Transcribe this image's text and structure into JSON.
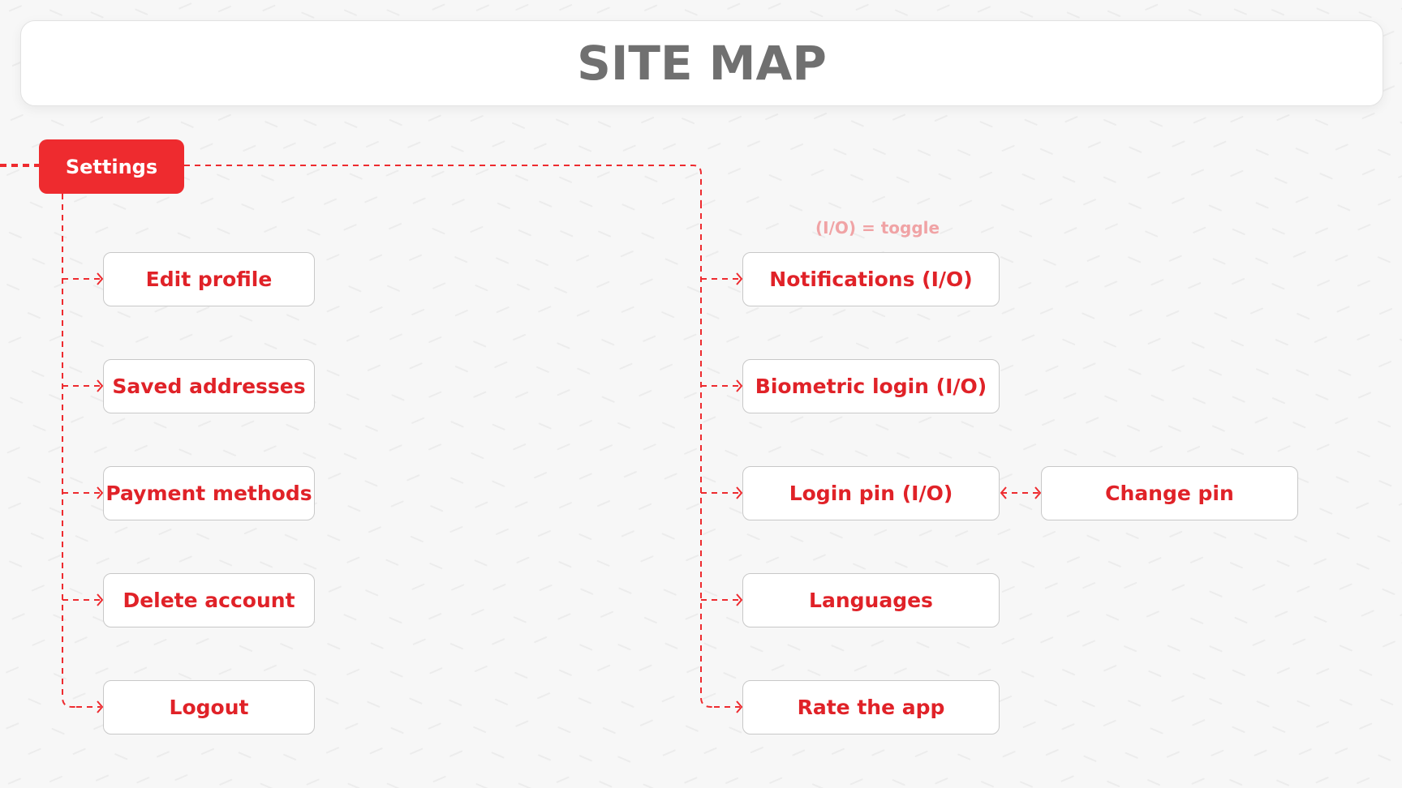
{
  "title": "SITE MAP",
  "root_label": "Settings",
  "legend": "(I/O) = toggle",
  "left_items": [
    "Edit profile",
    "Saved addresses",
    "Payment methods",
    "Delete account",
    "Logout"
  ],
  "right_items": [
    "Notifications (I/O)",
    "Biometric login (I/O)",
    "Login pin (I/O)",
    "Languages",
    "Rate the app"
  ],
  "sub_item": "Change pin",
  "colors": {
    "accent": "#ee2b2f",
    "node_text": "#e02228",
    "node_border": "#c8c8c8",
    "title_text": "#707070",
    "legend_text": "#f0a3a5",
    "background": "#f7f7f7"
  }
}
